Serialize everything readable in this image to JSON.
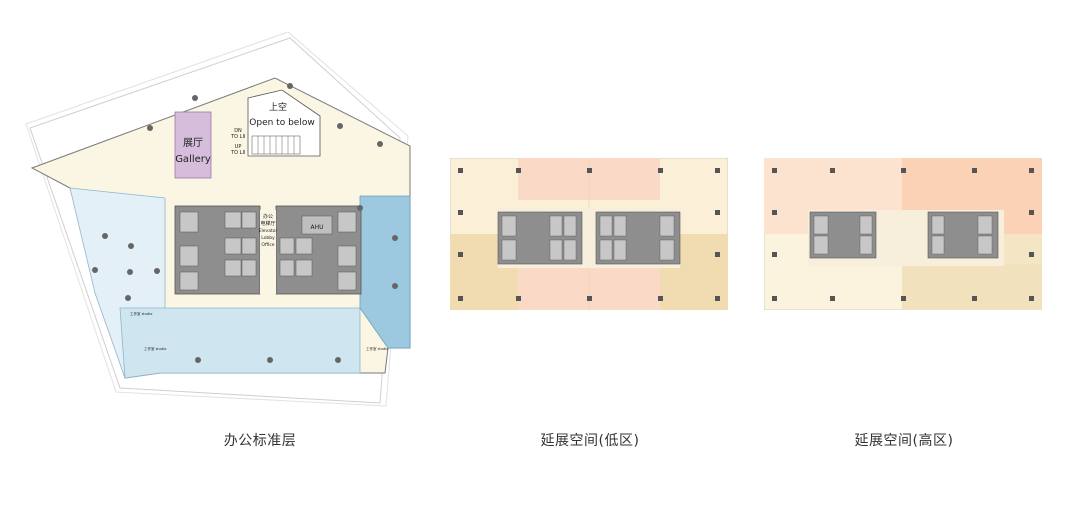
{
  "captions": {
    "office": "办公标准层",
    "low": "延展空间(低区)",
    "high": "延展空间(高区)"
  },
  "office_plan": {
    "gallery_cn": "展厅",
    "gallery_en": "Gallery",
    "open_cn": "上空",
    "open_en": "Open to below",
    "dn": "DN",
    "up": "UP",
    "to_ll": "TO LⅡ",
    "lobby_cn": "办公",
    "lobby_cn2": "电梯厅",
    "lobby_en1": "Elevator",
    "lobby_en2": "Lobby",
    "lobby_en3": "Office",
    "ahu": "AHU",
    "studio": "工作室 studio"
  },
  "colors": {
    "office_beige": "#fbf6e3",
    "office_blue": "#cfe6f1",
    "office_blue_light": "#e3f0f7",
    "office_blue_dark": "#9cc9e0",
    "gallery_purple": "#d6bddc",
    "core_grey": "#8e8e8e",
    "low_peach": "#fad9c6",
    "low_cream": "#fbf0d7",
    "low_sand": "#f0dcb0",
    "high_peach": "#fbd2b6",
    "high_cream": "#fbf3de",
    "high_sand": "#f1e1bd"
  }
}
